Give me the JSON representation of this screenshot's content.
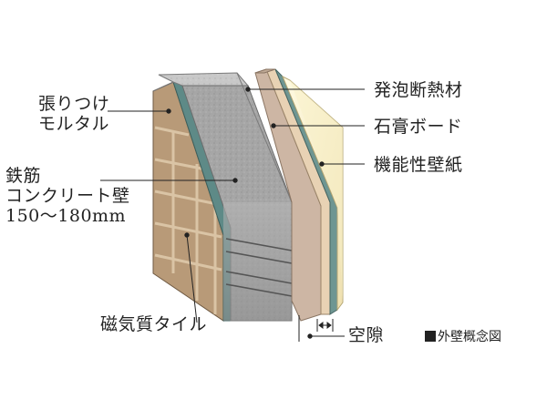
{
  "labels": {
    "mortar": [
      "張りつけ",
      "モルタル"
    ],
    "concrete": [
      "鉄筋",
      "コンクリート壁",
      "150〜180mm"
    ],
    "tile": "磁気質タイル",
    "foam": "発泡断熱材",
    "gypsum": "石膏ボード",
    "wallpaper": "機能性壁紙",
    "gap": "空隙"
  },
  "caption": "外壁概念図",
  "colors": {
    "tile": "#b89a78",
    "tile_joint": "#d9c2a2",
    "mortar": "#5e8a87",
    "concrete": "#a9a9a9",
    "foam": "#cdb6a4",
    "gypsum": "#e8d2b4",
    "wallpaper": "#f7f0c8",
    "leader": "#222222"
  }
}
